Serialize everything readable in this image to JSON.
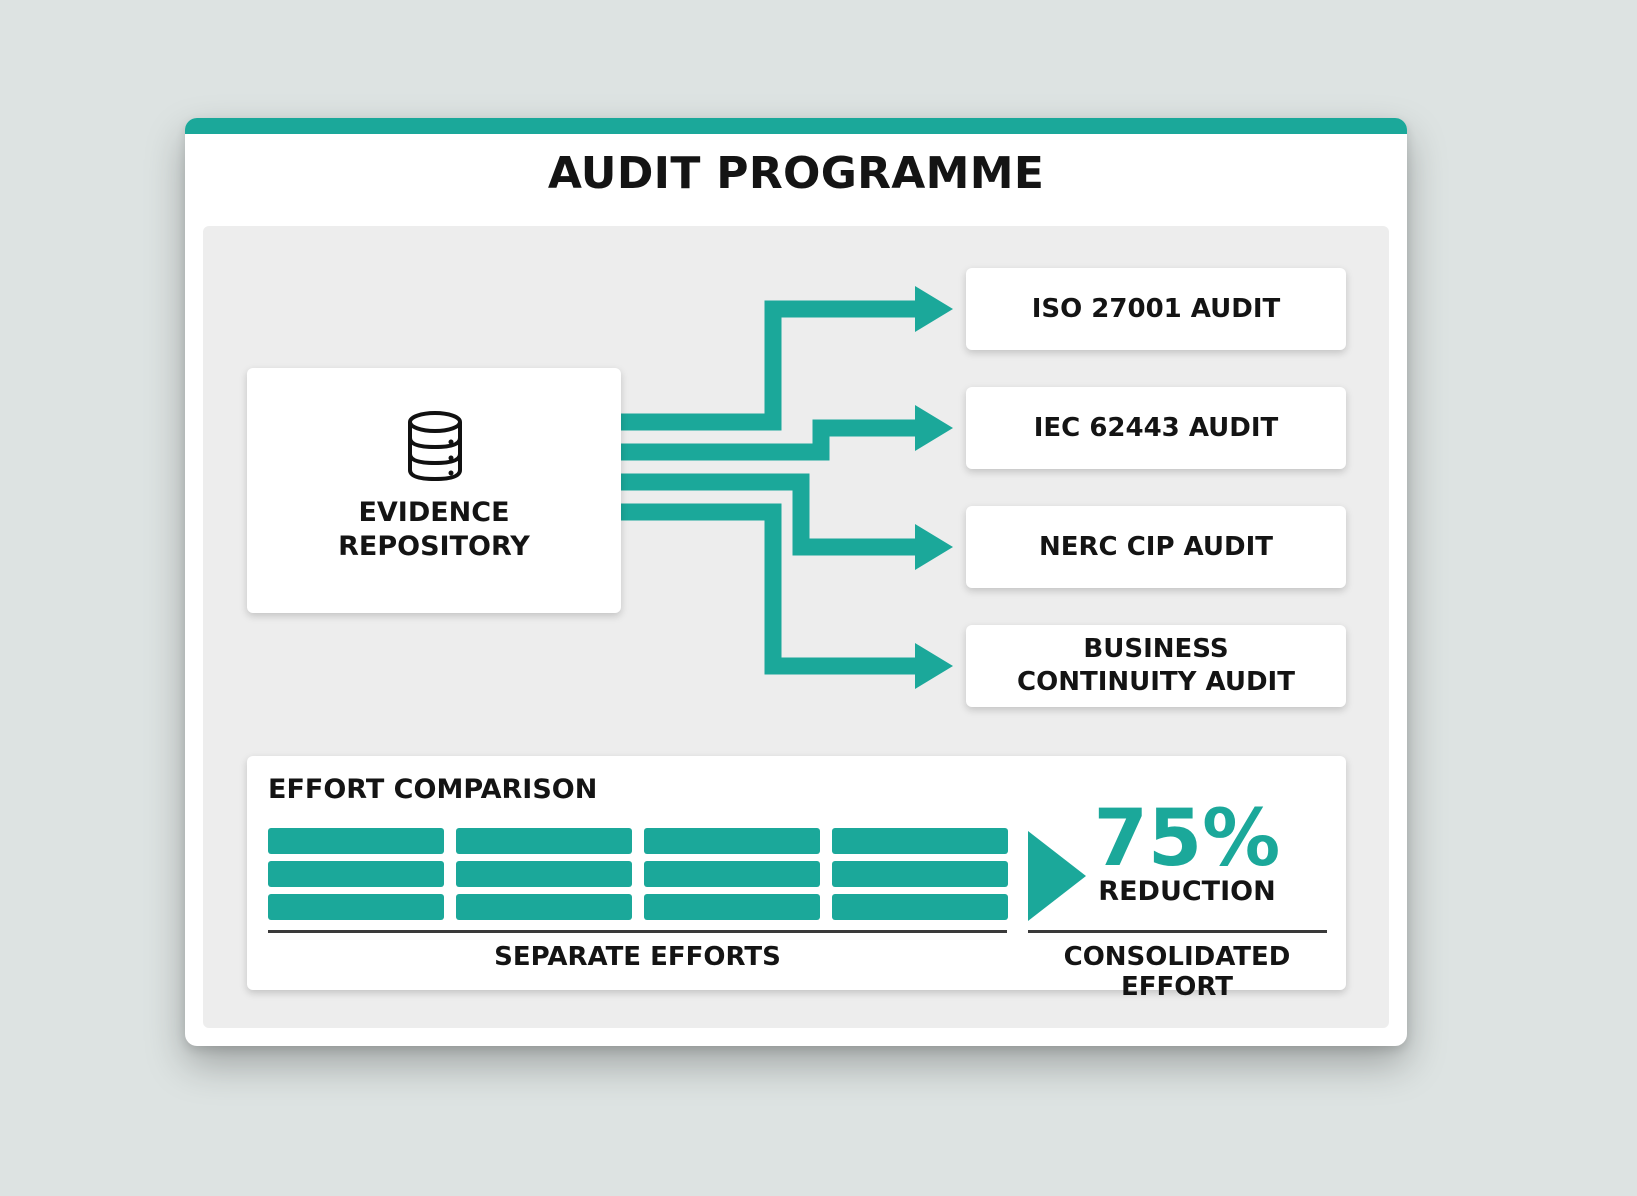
{
  "colors": {
    "accent": "#1ba89a",
    "background": "#dde3e2",
    "panel": "#ededed",
    "text": "#141414"
  },
  "title": "AUDIT PROGRAMME",
  "repository": {
    "icon": "database-icon",
    "label_line1": "EVIDENCE",
    "label_line2": "REPOSITORY"
  },
  "audits": [
    {
      "label": "ISO 27001 AUDIT"
    },
    {
      "label": "IEC 62443 AUDIT"
    },
    {
      "label": "NERC CIP AUDIT"
    },
    {
      "label": "BUSINESS CONTINUITY AUDIT"
    }
  ],
  "effort": {
    "title": "EFFORT COMPARISON",
    "separate_label": "SEPARATE EFFORTS",
    "consolidated_label": "CONSOLIDATED EFFORT",
    "reduction_value": "75%",
    "reduction_label": "REDUCTION",
    "separate_blocks": {
      "columns": 4,
      "rows": 3
    },
    "arrow_icon": "play-triangle-icon"
  }
}
